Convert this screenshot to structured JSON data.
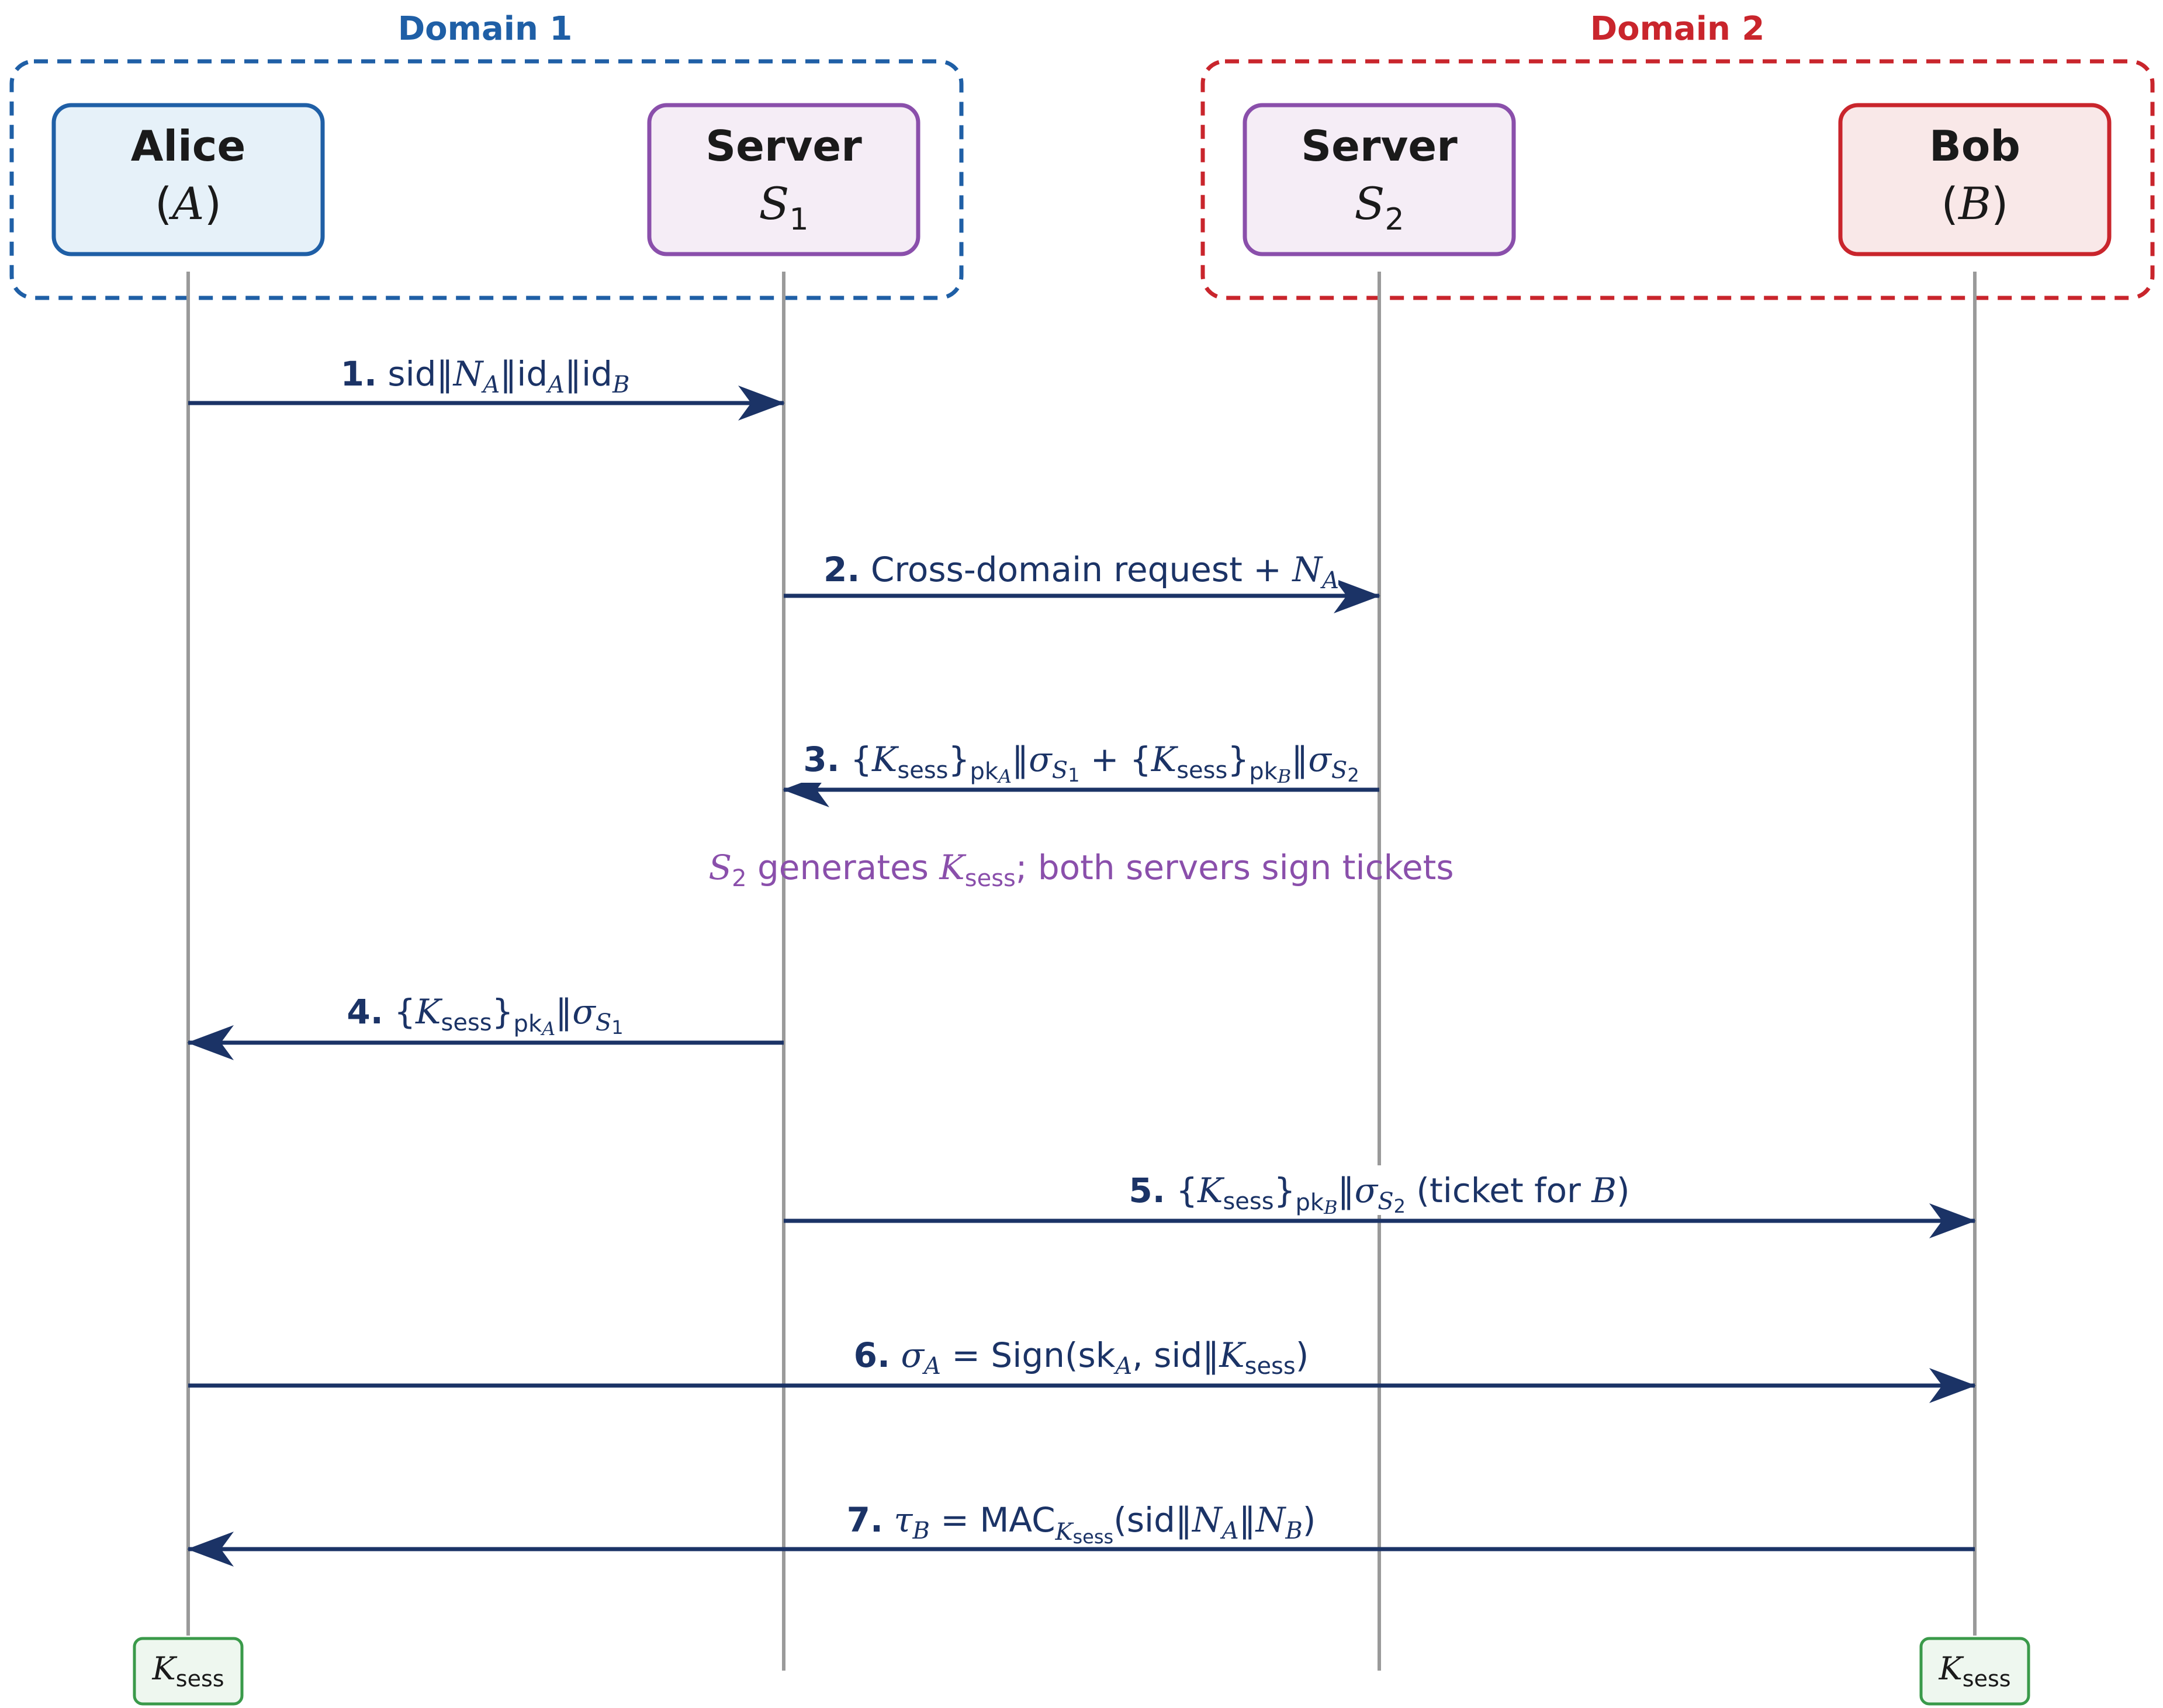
{
  "domains": [
    {
      "label": "Domain 1",
      "color": "#1f5fa6"
    },
    {
      "label": "Domain 2",
      "color": "#c9252c"
    }
  ],
  "participants": [
    {
      "name": "Alice",
      "symbol": "(A)",
      "border": "#1f5fa6",
      "fill": "#e6f1f9"
    },
    {
      "name": "Server",
      "symbol": "S1",
      "border": "#8a4fab",
      "fill": "#f5edf6"
    },
    {
      "name": "Server",
      "symbol": "S2",
      "border": "#8a4fab",
      "fill": "#f5edf6"
    },
    {
      "name": "Bob",
      "symbol": "(B)",
      "border": "#c9252c",
      "fill": "#f9e8e8"
    }
  ],
  "messages": [
    {
      "num": "1.",
      "text": "sid‖NA‖idA‖idB"
    },
    {
      "num": "2.",
      "text": "Cross-domain request + NA"
    },
    {
      "num": "3.",
      "text": "{Ksess}pkA‖σS1 + {Ksess}pkB‖σS2"
    },
    {
      "num": "4.",
      "text": "{Ksess}pkA‖σS1"
    },
    {
      "num": "5.",
      "text": "{Ksess}pkB‖σS2 (ticket for B)"
    },
    {
      "num": "6.",
      "text": "σA = Sign(skA, sid‖Ksess)"
    },
    {
      "num": "7.",
      "text": "τB = MACKsess(sid‖NA‖NB)"
    }
  ],
  "note": {
    "text": "S2 generates Ksess; both servers sign tickets",
    "color": "#8a4fab"
  },
  "results": [
    {
      "text": "Ksess"
    },
    {
      "text": "Ksess"
    }
  ],
  "colors": {
    "arrow": "#1b3366",
    "lifeline": "#9a9a9a",
    "result_border": "#3a9a4a",
    "result_fill": "#eef7ef"
  }
}
